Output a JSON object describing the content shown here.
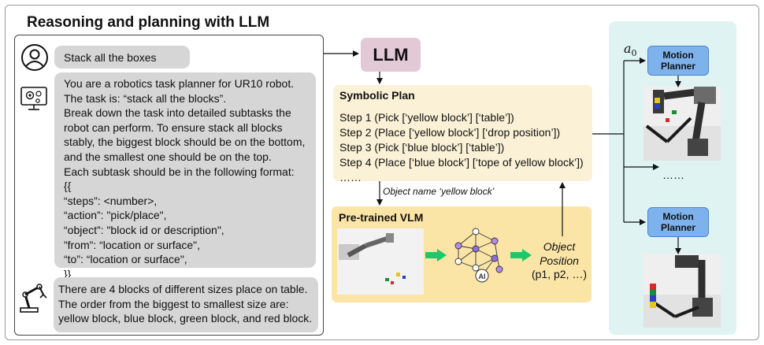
{
  "title": "Reasoning and planning with LLM",
  "conversation": {
    "user_message": "Stack all the boxes",
    "system_prompt_lines": [
      "You are a robotics task planner for UR10 robot.",
      "The task is: “stack all the blocks”.",
      "Break down the task into detailed subtasks the",
      "robot can perform. To ensure stack all blocks",
      "stably, the biggest block should be on the bottom,",
      "and the smallest one should be on the top.",
      "Each subtask should be in the following format:",
      "{{",
      "“steps”: <number>,",
      "“action”: \"pick/place\",",
      "“object”: \"block id or description\",",
      "”from”: “location or surface\",",
      "“to”: “location or surface\",",
      "}}"
    ],
    "robot_message_lines": [
      "There are 4 blocks of different sizes place on table.",
      "The order from the biggest to smallest size are:",
      "yellow block, blue block, green block, and red block."
    ],
    "icons": [
      "user-icon",
      "computer-gear-icon",
      "robot-arm-icon"
    ]
  },
  "llm_label": "LLM",
  "symbolic_plan": {
    "title": "Symbolic Plan",
    "steps": [
      "Step 1 (Pick [‘yellow block’] [‘table’])",
      "Step 2 (Place [‘yellow block’] [‘drop position’])",
      "Step 3 (Pick [‘blue block’] [‘table’])",
      "Step 4 (Place [‘blue block’] [‘tope of yellow block’])",
      "……"
    ]
  },
  "object_name_label": "Object name ‘yellow block’",
  "vlm": {
    "title": "Pre-trained VLM",
    "ai_badge": "AI",
    "object_position_label": "Object\nPosition",
    "object_position_values": "(p1, p2, …)"
  },
  "right_panel": {
    "action_symbol": "a",
    "action_subscript": "0",
    "motion_planner_label": "Motion\nPlanner",
    "ellipsis": "……"
  },
  "colors": {
    "llm_box": "#e3c9d6",
    "symbolic_plan_box": "#fbf1d6",
    "vlm_box": "#fbe5a6",
    "right_panel": "#dff3f3",
    "motion_planner": "#7eb2ec",
    "green_arrow": "#1fc66a"
  }
}
